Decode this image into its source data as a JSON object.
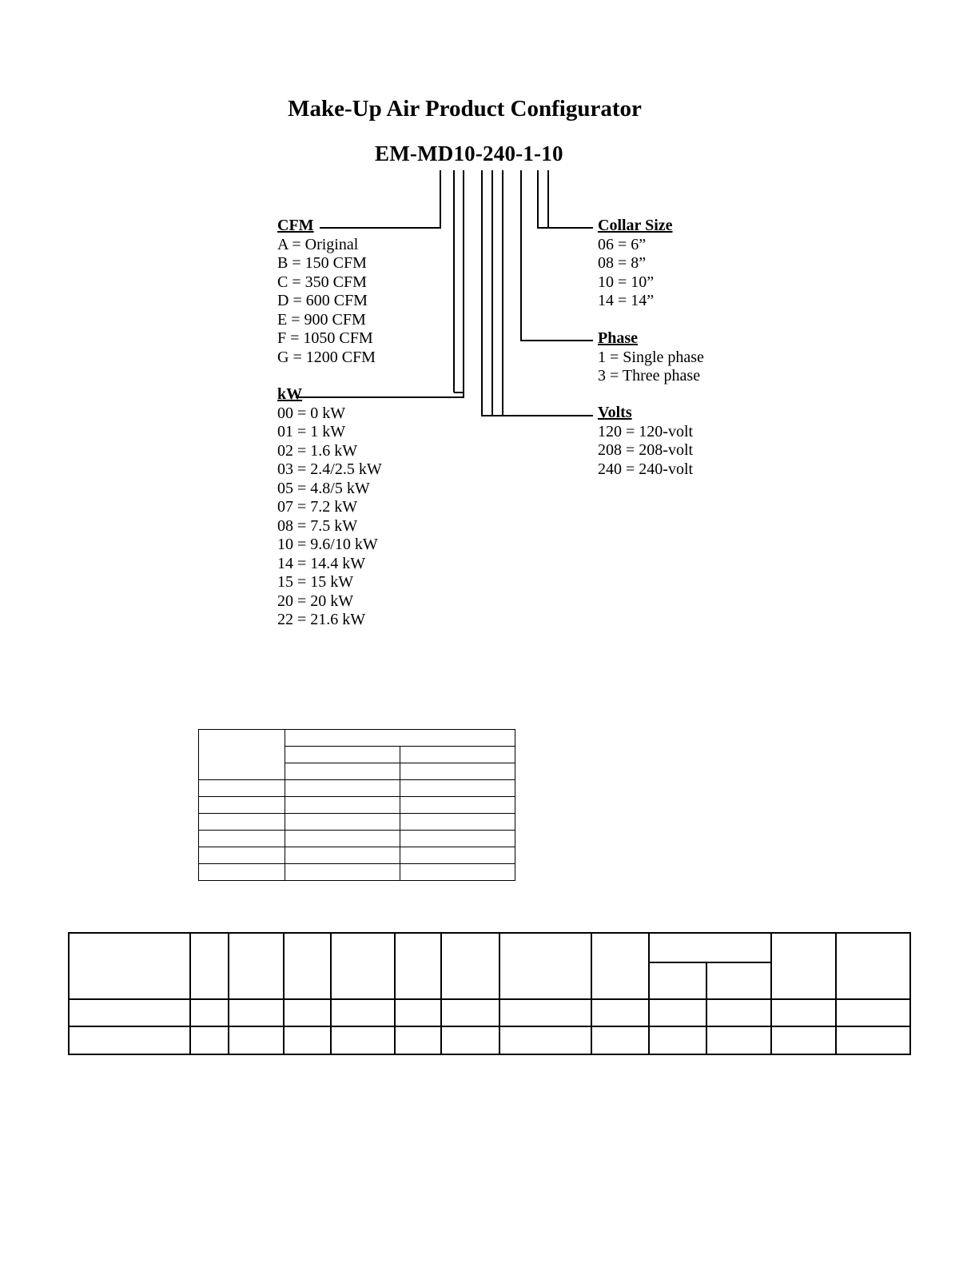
{
  "document": {
    "title": "Make-Up Air Product Configurator",
    "model_code": "EM-MD10-240-1-10"
  },
  "cfm": {
    "heading": "CFM",
    "items": [
      "A = Original",
      "B = 150 CFM",
      "C = 350 CFM",
      "D = 600 CFM",
      "E = 900 CFM",
      "F = 1050 CFM",
      "G = 1200 CFM"
    ]
  },
  "kw": {
    "heading": "kW",
    "items": [
      "00 = 0 kW",
      "01 = 1 kW",
      "02 = 1.6 kW",
      "03 = 2.4/2.5 kW",
      "05 = 4.8/5 kW",
      "07 = 7.2 kW",
      "08 = 7.5 kW",
      "10 = 9.6/10 kW",
      "14 = 14.4 kW",
      "15 = 15 kW",
      "20 = 20 kW",
      "22 = 21.6 kW"
    ]
  },
  "collar_size": {
    "heading": "Collar Size",
    "items": [
      "06 = 6”",
      "08 = 8”",
      "10 = 10”",
      "14 = 14”"
    ]
  },
  "phase": {
    "heading": "Phase",
    "items": [
      "1 = Single phase",
      "3 = Three phase"
    ]
  },
  "volts": {
    "heading": "Volts",
    "items": [
      "120 = 120-volt",
      "208 = 208-volt",
      "240 = 240-volt"
    ]
  }
}
